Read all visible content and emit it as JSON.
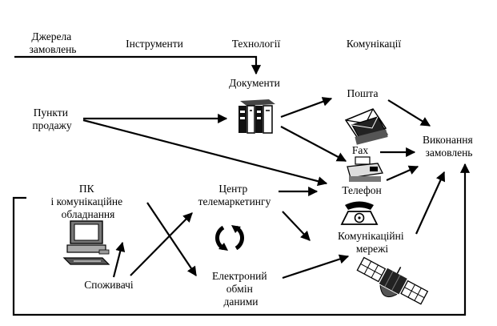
{
  "columns": {
    "sources": "Джерела замовлень",
    "instruments": "Інструменти",
    "technologies": "Технології",
    "communications": "Комунікації"
  },
  "nodes": {
    "sales_points": "Пункти продажу",
    "pc": "ПК і комунікаційне обладнання",
    "consumers": "Споживачі",
    "documents": "Документи",
    "telemarketing": "Центр телемаркетингу",
    "edi": "Електроний обмін даними",
    "mail": "Пошта",
    "fax": "Fax",
    "phone": "Телефон",
    "networks": "Комунікаційні мережі",
    "fulfillment": "Виконання замовлень"
  },
  "icons": {
    "documents": "binders-icon",
    "mail": "envelopes-icon",
    "fax": "fax-machine-icon",
    "phone": "telephone-icon",
    "pc": "computer-icon",
    "cycle": "cycle-arrows-icon",
    "satellite": "satellite-icon"
  },
  "colors": {
    "ink": "#000000",
    "background": "#ffffff"
  }
}
